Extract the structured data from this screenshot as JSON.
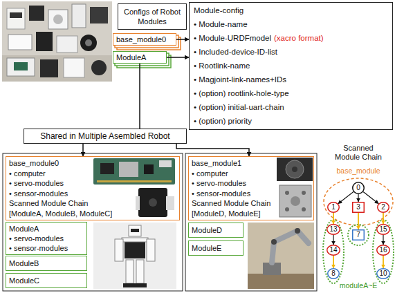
{
  "diagram": {
    "nodes": [
      {
        "text": [
          "Configs of Robot Modules"
        ]
      },
      {
        "text": [
          "base_module0"
        ]
      },
      {
        "text": [
          "ModuleA"
        ]
      },
      {
        "text": [
          "Module-config",
          "• Module-name",
          "• Module-URDFmodel",
          "(xacro format)",
          "• Included-device-ID-list",
          "• Rootlink-name",
          "• Magjoint-link-names+IDs",
          "• (option) rootlink-hole-type",
          "• (option) initial-uart-chain",
          "• (option) priority"
        ]
      },
      {
        "text": [
          "Shared in Multiple Asembled Robot"
        ]
      },
      {
        "text": [
          "base_module0",
          "• computer",
          "• servo-modules",
          "• sensor-modules",
          "Scanned Module Chain",
          "[ModuleA, ModuleB, ModuleC]"
        ]
      },
      {
        "text": [
          "ModuleA",
          "• servo-modules",
          "• sensor-modules"
        ]
      },
      {
        "text": [
          "ModuleB"
        ]
      },
      {
        "text": [
          "ModuleC"
        ]
      },
      {
        "text": [
          "base_module1",
          "• computer",
          "• servo-modules",
          "• sensor-modules",
          "Scanned Module Chain",
          "[ModuleD, ModuleE]"
        ]
      },
      {
        "text": [
          "ModuleD"
        ]
      },
      {
        "text": [
          "ModuleE"
        ]
      },
      {
        "text": [
          "0"
        ]
      },
      {
        "text": [
          "1"
        ]
      },
      {
        "text": [
          "3"
        ]
      },
      {
        "text": [
          "2"
        ]
      },
      {
        "text": [
          "13"
        ]
      },
      {
        "text": [
          "15"
        ]
      },
      {
        "text": [
          "7"
        ]
      },
      {
        "text": [
          "14"
        ]
      },
      {
        "text": [
          "16"
        ]
      },
      {
        "text": [
          "8"
        ]
      },
      {
        "text": [
          "10"
        ]
      }
    ],
    "edges": [
      {
        "from": 1,
        "to": 3,
        "arrow": "to"
      },
      {
        "from": 2,
        "to": 3,
        "arrow": "to"
      },
      {
        "from": 2,
        "to": 4,
        "arrow": "none"
      },
      {
        "from": 4,
        "to": 5,
        "arrow": "to"
      },
      {
        "from": 4,
        "to": 9,
        "arrow": "to"
      },
      {
        "from": 12,
        "to": 13,
        "arrow": "to"
      },
      {
        "from": 12,
        "to": 14,
        "arrow": "to"
      },
      {
        "from": 12,
        "to": 15,
        "arrow": "to"
      },
      {
        "from": 13,
        "to": 16,
        "arrow": "to"
      },
      {
        "from": 14,
        "to": 18,
        "arrow": "to"
      },
      {
        "from": 15,
        "to": 17,
        "arrow": "to"
      },
      {
        "from": 16,
        "to": 19,
        "arrow": "to"
      },
      {
        "from": 17,
        "to": 20,
        "arrow": "to"
      },
      {
        "from": 19,
        "to": 21,
        "arrow": "to"
      },
      {
        "from": 20,
        "to": 22,
        "arrow": "to"
      }
    ],
    "labels": [
      "Scanned Module Chain",
      "base_module",
      "moduleA~E"
    ]
  }
}
